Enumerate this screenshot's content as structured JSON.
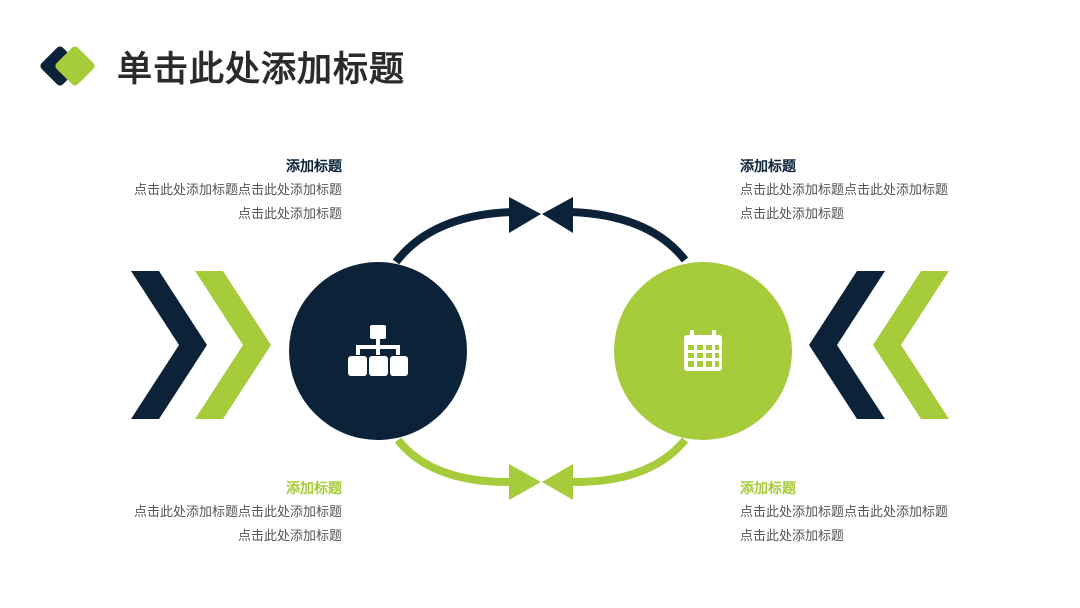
{
  "title": "单击此处添加标题",
  "colors": {
    "navy": "#0b2239",
    "green": "#a6cc3c",
    "text": "#555555"
  },
  "icons": {
    "left_circle": "org-chart-icon",
    "right_circle": "calendar-icon"
  },
  "blocks": {
    "top_left": {
      "heading": "添加标题",
      "line1": "点击此处添加标题点击此处添加标题",
      "line2": "点击此处添加标题"
    },
    "top_right": {
      "heading": "添加标题",
      "line1": "点击此处添加标题点击此处添加标题",
      "line2": "点击此处添加标题"
    },
    "bottom_left": {
      "heading": "添加标题",
      "line1": "点击此处添加标题点击此处添加标题",
      "line2": "点击此处添加标题"
    },
    "bottom_right": {
      "heading": "添加标题",
      "line1": "点击此处添加标题点击此处添加标题",
      "line2": "点击此处添加标题"
    }
  }
}
